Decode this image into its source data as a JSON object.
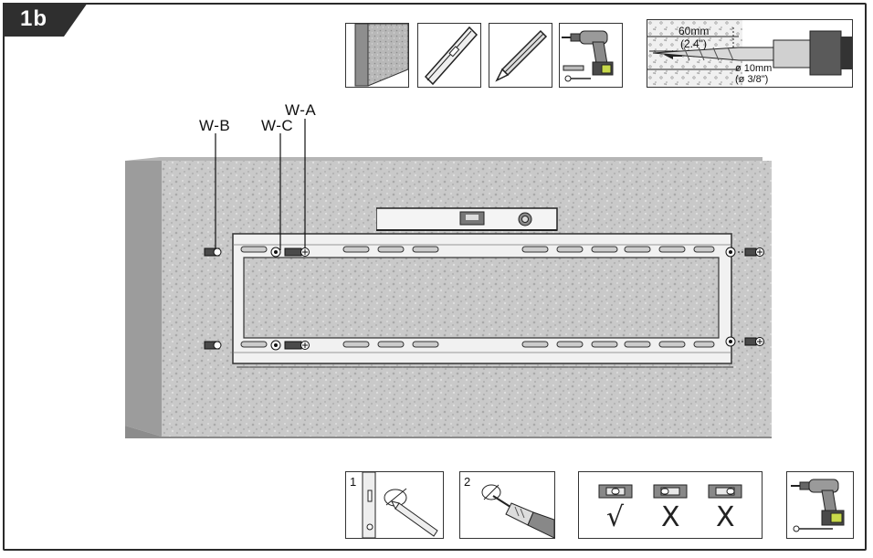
{
  "step": {
    "label": "1b"
  },
  "callouts": {
    "w_a": "W-A",
    "w_b": "W-B",
    "w_c": "W-C"
  },
  "drill_spec": {
    "depth": "60mm",
    "depth_imperial": "(2.4\")",
    "diameter": "ø 10mm",
    "diameter_imperial": "(ø 3/8\")"
  },
  "procedure": {
    "step1": "1",
    "step2": "2"
  },
  "level_check": {
    "ok": "√",
    "bad1": "X",
    "bad2": "X"
  },
  "colors": {
    "frame": "#2a2a2a",
    "wall": "#c8c8c8",
    "wall_side": "#9a9a9a",
    "plate": "#e8e8e8",
    "slot": "#b0b0b0"
  }
}
